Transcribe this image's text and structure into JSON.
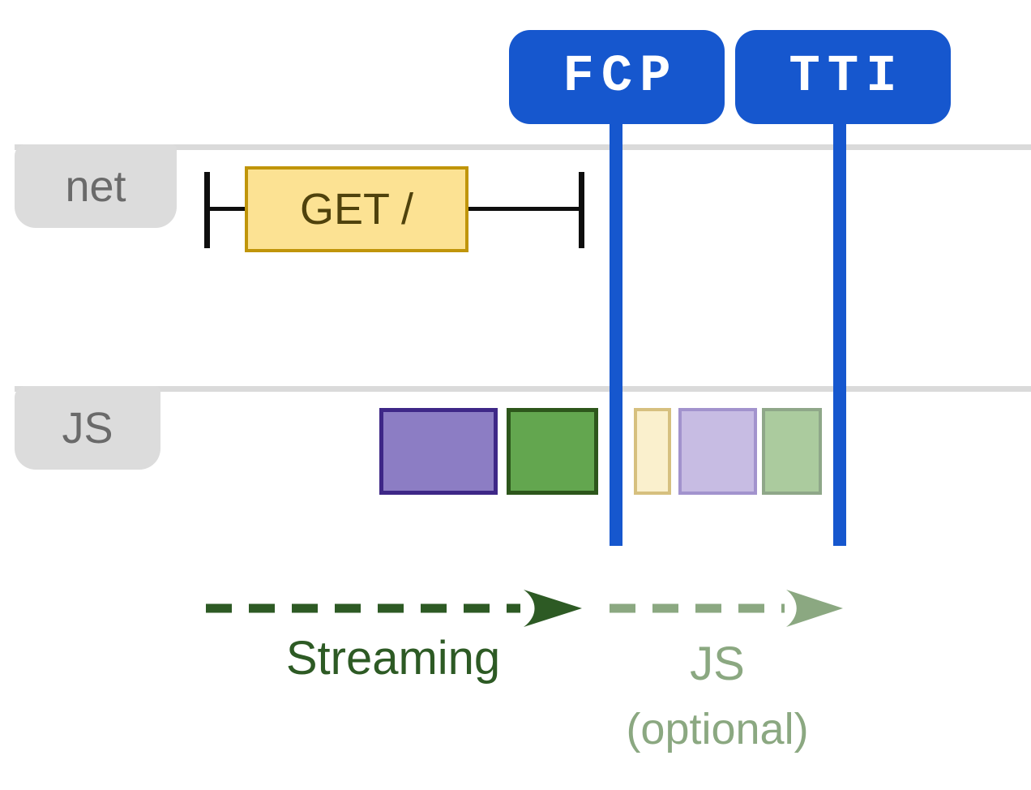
{
  "diagram": {
    "title_semantics": "streaming-render-performance-timeline",
    "badges": [
      {
        "label": "FCP"
      },
      {
        "label": "TTI"
      }
    ],
    "lanes": [
      {
        "label": "net"
      },
      {
        "label": "JS"
      }
    ],
    "request_label": "GET /",
    "legend": {
      "streaming_label": "Streaming",
      "js_label": "JS",
      "optional_label": "(optional)"
    },
    "colors": {
      "badge_blue": "#1657ce",
      "lane_gray": "#dcdcdc",
      "lane_line_gray": "#dadada",
      "lane_text_gray": "#6a6a6a",
      "request_fill": "#fce293",
      "request_border": "#c0950a",
      "request_text": "#4f420c",
      "task_purple_fill": "#8c7dc4",
      "task_purple_border": "#3e2787",
      "task_green_fill": "#63a64f",
      "task_green_border": "#2d561b",
      "task_faded_yellow_fill": "#faf0cd",
      "task_faded_yellow_border": "#d6c07f",
      "task_faded_purple_fill": "#c7bce3",
      "task_faded_purple_border": "#a293cd",
      "task_faded_green_fill": "#abcb9e",
      "task_faded_green_border": "#8fa789",
      "streaming_green": "#2d5a24",
      "optional_sage": "#8ba881",
      "ibeam_black": "#0e0e0e"
    }
  }
}
